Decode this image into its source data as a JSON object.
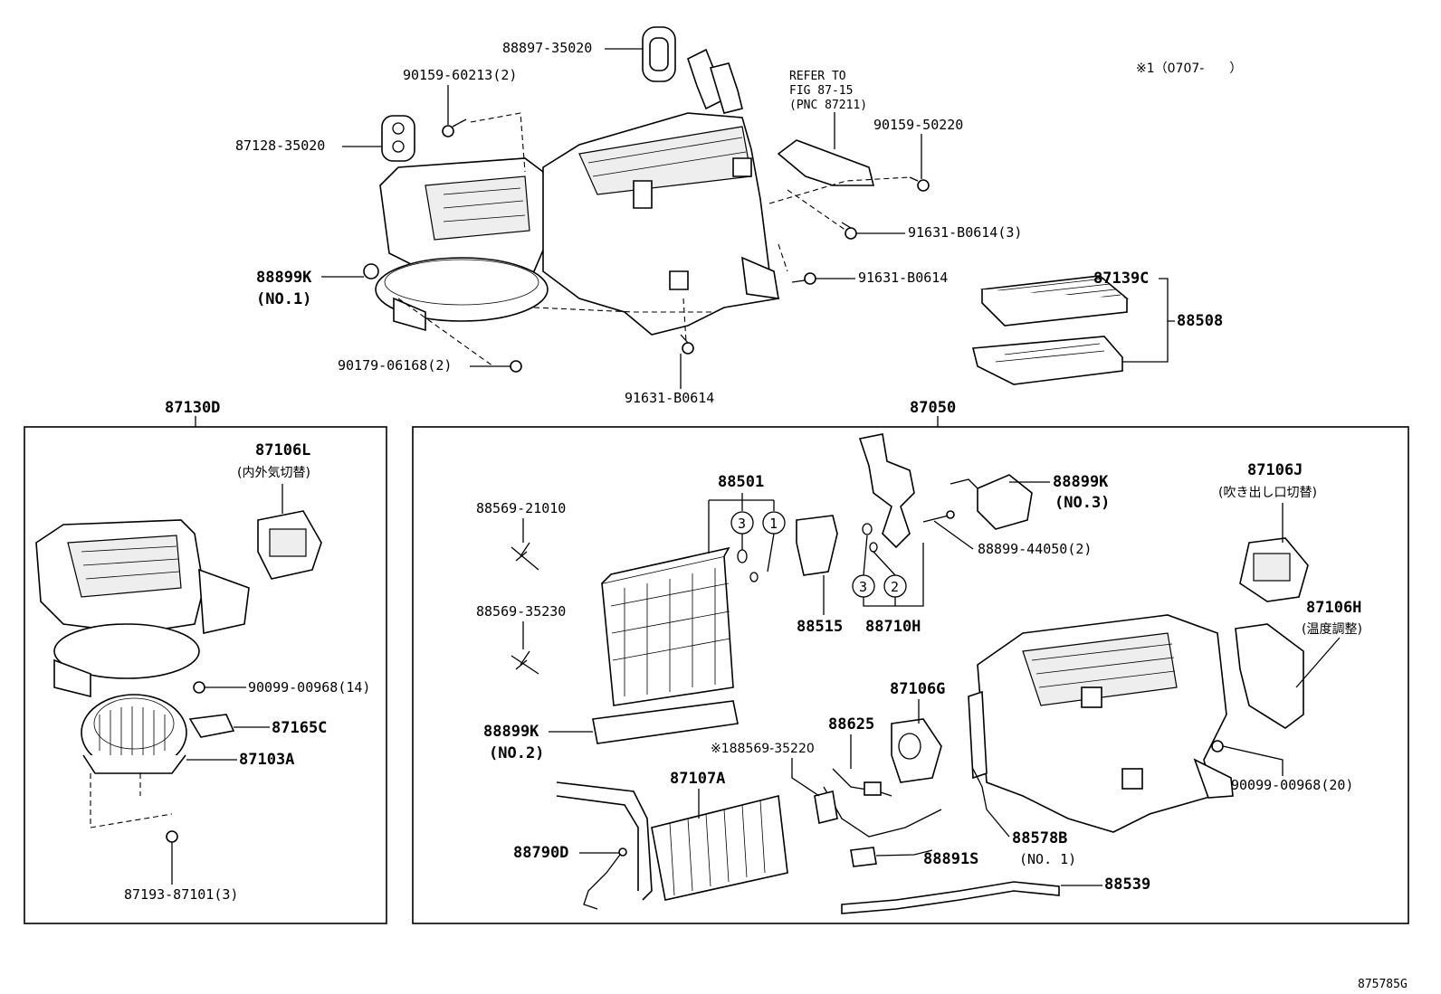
{
  "note_top_right": "※1（0707-　　）",
  "fig_code": "875785G",
  "top_section": {
    "labels": {
      "p88897_35020": "88897-35020",
      "p90159_60213": "90159-60213(2)",
      "p87128_35020": "87128-35020",
      "refer_line1": "REFER TO",
      "refer_line2": "FIG 87-15",
      "refer_line3": "(PNC 87211)",
      "p90159_50220": "90159-50220",
      "p91631_b0614_3": "91631-B0614(3)",
      "p91631_b0614_a": "91631-B0614",
      "p91631_b0614_b": "91631-B0614",
      "p88899k": "88899K",
      "p88899k_no1": "(NO.1)",
      "p90179_06168": "90179-06168(2)",
      "p87139c": "87139C",
      "p88508": "88508"
    }
  },
  "left_box": {
    "title": "87130D",
    "labels": {
      "p87106l": "87106L",
      "p87106l_jp": "(内外気切替)",
      "p90099_00968_14": "90099-00968(14)",
      "p87165c": "87165C",
      "p87103a": "87103A",
      "p87193_87101": "87193-87101(3)"
    }
  },
  "right_box": {
    "title": "87050",
    "labels": {
      "p88569_21010": "88569-21010",
      "p88569_35230": "88569-35230",
      "p88501": "88501",
      "circle3a": "3",
      "circle1": "1",
      "p88899k2": "88899K",
      "p88899k2_no": "(NO.2)",
      "p88515": "88515",
      "p88710h": "88710H",
      "circle3b": "3",
      "circle2": "2",
      "p88899k3": "88899K",
      "p88899k3_no": "(NO.3)",
      "p88899_44050": "88899-44050(2)",
      "p87106j": "87106J",
      "p87106j_jp": "(吹き出し口切替)",
      "p87106h": "87106H",
      "p87106h_jp": "(温度調整)",
      "p87106g": "87106G",
      "p88625": "88625",
      "p88569_35220": "※188569-35220",
      "p87107a": "87107A",
      "p88790d": "88790D",
      "p88891s": "88891S",
      "p88578b": "88578B",
      "p88578b_no": "(NO. 1)",
      "p88539": "88539",
      "p90099_00968_20": "90099-00968(20)"
    }
  }
}
